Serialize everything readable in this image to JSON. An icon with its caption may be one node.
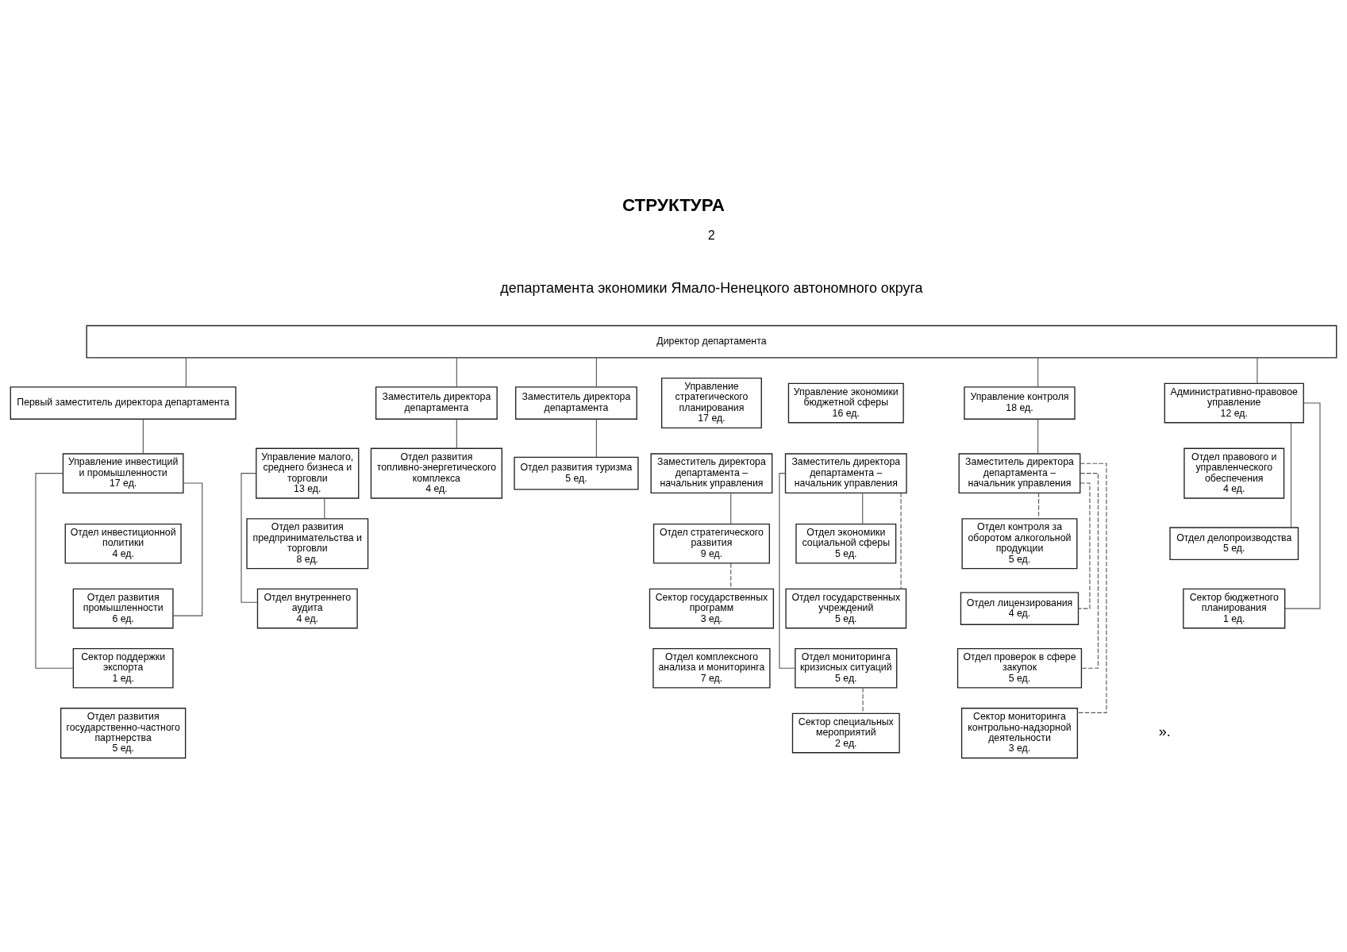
{
  "diagram": {
    "title": "СТРУКТУРА",
    "nodes": [
      {
        "text": [
          "Директор департамента"
        ]
      },
      {
        "text": [
          "Первый заместитель директора департамента"
        ]
      },
      {
        "text": [
          "Заместитель директора департамента"
        ]
      },
      {
        "text": [
          "Заместитель директора департамента"
        ]
      },
      {
        "text": [
          "Управление стратегического планирования",
          "17 ед."
        ]
      },
      {
        "text": [
          "Управление экономики бюджетной сферы",
          "16 ед."
        ]
      },
      {
        "text": [
          "Управление контроля",
          "18 ед."
        ]
      },
      {
        "text": [
          "Административно-правовое управление",
          "12 ед."
        ]
      },
      {
        "text": [
          "Управление инвестиций и промышленности",
          "17 ед."
        ]
      },
      {
        "text": [
          "Управление малого, среднего бизнеса и торговли",
          "13 ед."
        ]
      },
      {
        "text": [
          "Отдел развития топливно-энергетического комплекса",
          "4 ед."
        ]
      },
      {
        "text": [
          "Отдел развития туризма",
          "5 ед."
        ]
      },
      {
        "text": [
          "Заместитель директора департамента – начальник управления"
        ]
      },
      {
        "text": [
          "Заместитель директора департамента – начальник управления"
        ]
      },
      {
        "text": [
          "Заместитель директора департамента – начальник управления"
        ]
      },
      {
        "text": [
          "Отдел правового и управленческого обеспечения",
          "4 ед."
        ]
      },
      {
        "text": [
          "Отдел инвестиционной политики",
          "4 ед."
        ]
      },
      {
        "text": [
          "Отдел развития предпринимательства и торговли",
          "8 ед."
        ]
      },
      {
        "text": [
          "Отдел стратегического развития",
          "9 ед."
        ]
      },
      {
        "text": [
          "Отдел экономики социальной сферы",
          "5 ед."
        ]
      },
      {
        "text": [
          "Отдел контроля за оборотом алкогольной продукции",
          "5 ед."
        ]
      },
      {
        "text": [
          "Отдел делопроизводства",
          "5 ед."
        ]
      },
      {
        "text": [
          "Отдел развития промышленности",
          "6 ед."
        ]
      },
      {
        "text": [
          "Отдел внутреннего аудита",
          "4 ед."
        ]
      },
      {
        "text": [
          "Сектор государственных программ",
          "3 ед."
        ]
      },
      {
        "text": [
          "Отдел государственных учреждений",
          "5 ед."
        ]
      },
      {
        "text": [
          "Отдел лицензирования",
          "4 ед."
        ]
      },
      {
        "text": [
          "Сектор бюджетного планирования",
          "1 ед."
        ]
      },
      {
        "text": [
          "Сектор поддержки экспорта",
          "1 ед."
        ]
      },
      {
        "text": [
          "Отдел комплексного анализа и мониторинга",
          "7 ед."
        ]
      },
      {
        "text": [
          "Отдел мониторинга кризисных ситуаций",
          "5 ед."
        ]
      },
      {
        "text": [
          "Отдел проверок в сфере закупок",
          "5 ед."
        ]
      },
      {
        "text": [
          "Отдел развития государственно-частного партнерства",
          "5 ед."
        ]
      },
      {
        "text": [
          "Сектор специальных мероприятий",
          "2 ед."
        ]
      },
      {
        "text": [
          "Сектор мониторинга контрольно-надзорной деятельности",
          "3 ед."
        ]
      }
    ],
    "edges": [
      {
        "from": 0,
        "to": 1,
        "arrow": "none"
      },
      {
        "from": 0,
        "to": 2,
        "arrow": "none"
      },
      {
        "from": 0,
        "to": 3,
        "arrow": "none"
      },
      {
        "from": 0,
        "to": 6,
        "arrow": "none"
      },
      {
        "from": 0,
        "to": 7,
        "arrow": "none"
      },
      {
        "from": 1,
        "to": 8,
        "arrow": "none"
      },
      {
        "from": 2,
        "to": 10,
        "arrow": "none"
      },
      {
        "from": 3,
        "to": 11,
        "arrow": "none"
      },
      {
        "from": 6,
        "to": 14,
        "arrow": "none"
      },
      {
        "from": 8,
        "to": 22,
        "arrow": "none"
      },
      {
        "from": 8,
        "to": 28,
        "arrow": "none"
      },
      {
        "from": 9,
        "to": 17,
        "arrow": "none"
      },
      {
        "from": 9,
        "to": 23,
        "arrow": "none"
      },
      {
        "from": 12,
        "to": 18,
        "arrow": "none"
      },
      {
        "from": 18,
        "to": 24,
        "arrow": "none",
        "style": "dashed"
      },
      {
        "from": 13,
        "to": 19,
        "arrow": "none"
      },
      {
        "from": 13,
        "to": 25,
        "arrow": "none",
        "style": "dashed"
      },
      {
        "from": 13,
        "to": 30,
        "arrow": "none"
      },
      {
        "from": 30,
        "to": 33,
        "arrow": "none",
        "style": "dashed"
      },
      {
        "from": 14,
        "to": 20,
        "arrow": "none",
        "style": "dashed"
      },
      {
        "from": 14,
        "to": 26,
        "arrow": "none",
        "style": "dashed"
      },
      {
        "from": 14,
        "to": 31,
        "arrow": "none",
        "style": "dashed"
      },
      {
        "from": 14,
        "to": 34,
        "arrow": "none",
        "style": "dashed"
      },
      {
        "from": 7,
        "to": 21,
        "arrow": "none"
      },
      {
        "from": 7,
        "to": 27,
        "arrow": "none"
      }
    ],
    "labels": [
      "2",
      "департамента экономики Ямало-Ненецкого автономного округа",
      "»."
    ]
  }
}
